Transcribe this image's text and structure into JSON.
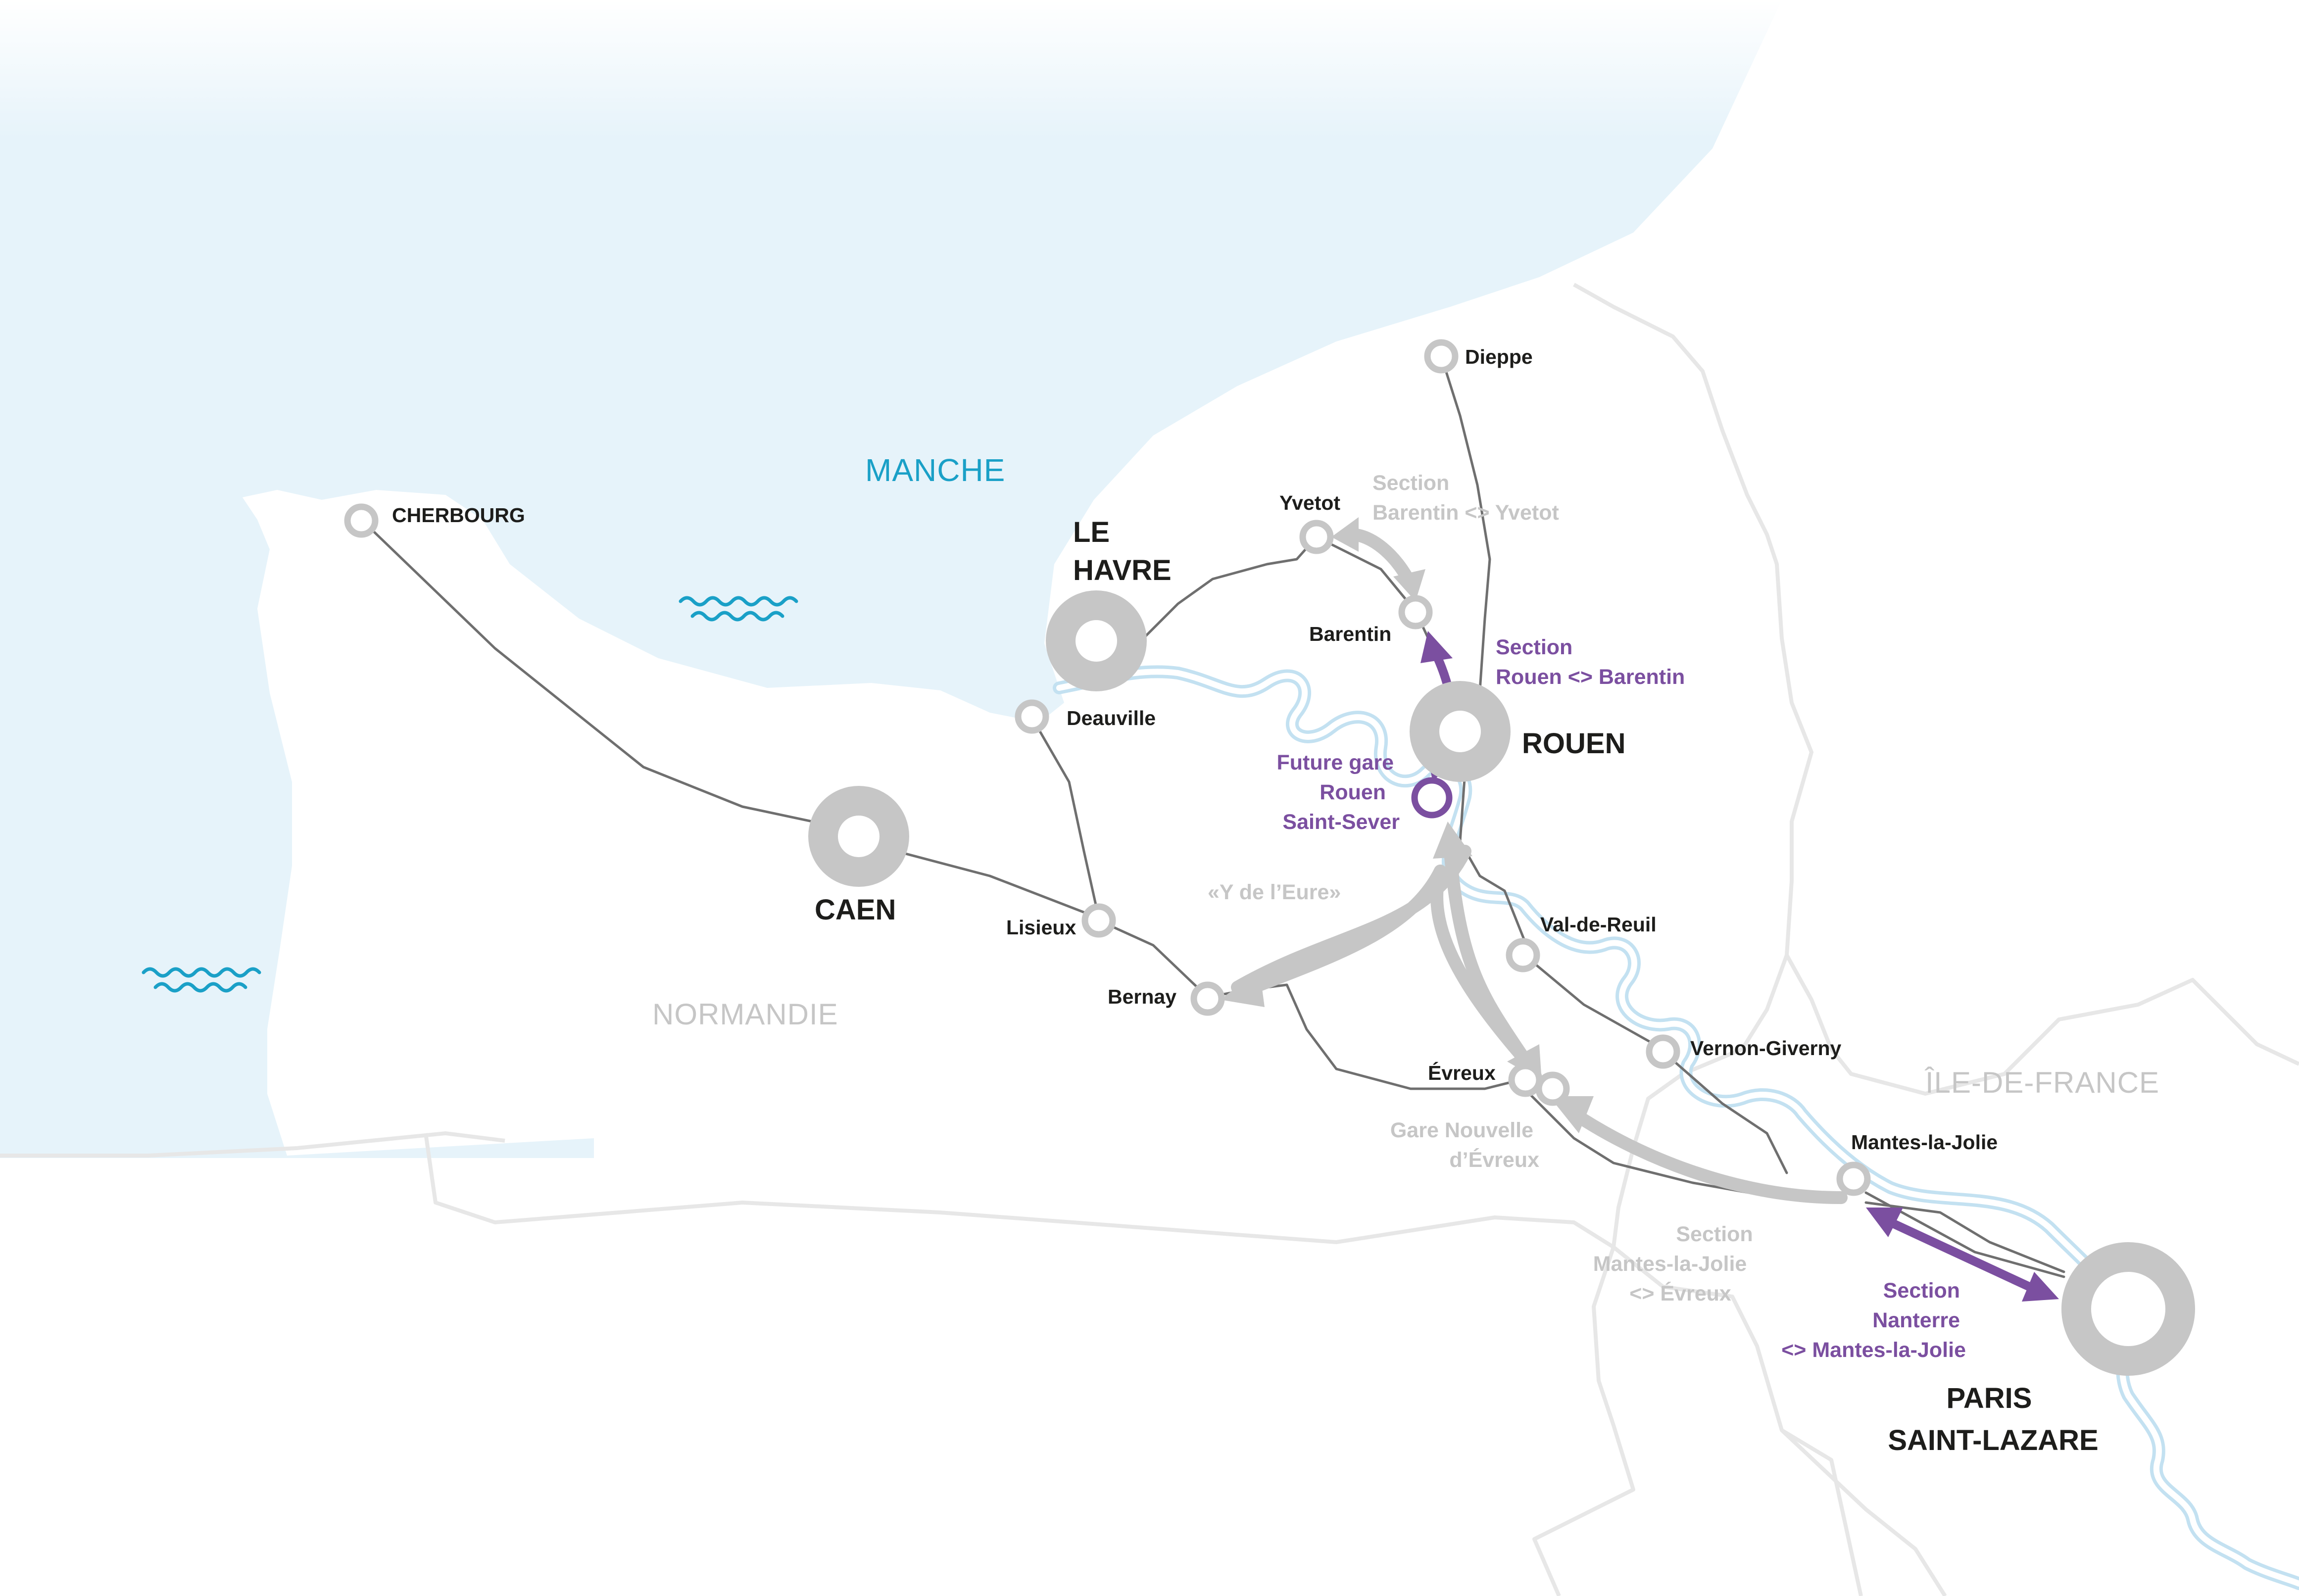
{
  "map": {
    "sea_label": "MANCHE",
    "regions": [
      "NORMANDIE",
      "ÎLE-DE-FRANCE"
    ],
    "major_stations": {
      "le_havre": [
        "LE",
        "HAVRE"
      ],
      "rouen": "ROUEN",
      "caen": "CAEN",
      "paris": [
        "PARIS",
        "SAINT-LAZARE"
      ]
    },
    "stations": {
      "cherbourg": "CHERBOURG",
      "dieppe": "Dieppe",
      "yvetot": "Yvetot",
      "barentin": "Barentin",
      "deauville": "Deauville",
      "lisieux": "Lisieux",
      "bernay": "Bernay",
      "val_de_reuil": "Val-de-Reuil",
      "vernon": "Vernon-Giverny",
      "evreux": "Évreux",
      "mantes": "Mantes-la-Jolie"
    },
    "new_station": {
      "status": "planned",
      "label": [
        "Future gare",
        "Rouen",
        "Saint-Sever"
      ]
    },
    "projects": {
      "barentin_yvetot": [
        "Section",
        "Barentin <> Yvetot"
      ],
      "rouen_barentin": [
        "Section",
        "Rouen <> Barentin"
      ],
      "y_eure": "«Y de l’Eure»",
      "gare_nouvelle_evreux": [
        "Gare Nouvelle",
        "d’Évreux"
      ],
      "mantes_evreux": [
        "Section",
        "Mantes-la-Jolie",
        "<> Évreux"
      ],
      "nanterre_mantes": [
        "Section",
        "Nanterre",
        "<> Mantes-la-Jolie"
      ]
    },
    "colors": {
      "sea": "#e6f3fa",
      "river": "#c3e1f1",
      "station": "#c6c6c6",
      "rail": "#6f6f6f",
      "project_purple": "#7b4fa0",
      "project_grey": "#c6c6c6",
      "sea_label": "#1aa0c7",
      "region_label": "#c6c6c6",
      "border": "#e7e7e7"
    },
    "icons": [
      "waves-icon",
      "waves-icon"
    ]
  }
}
